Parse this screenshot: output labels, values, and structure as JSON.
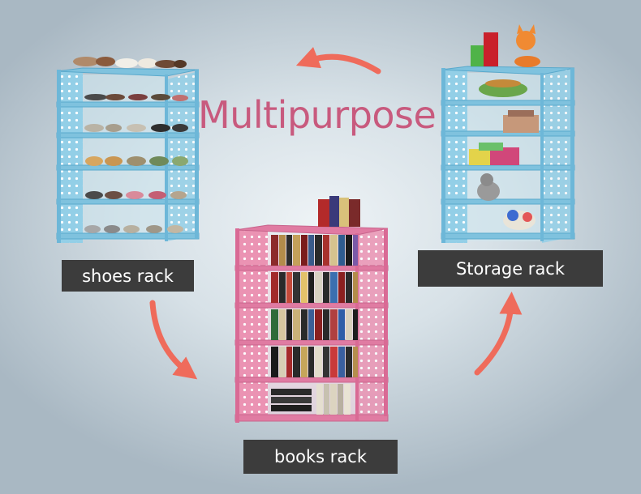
{
  "headline": "Multipurpose",
  "labels": {
    "shoes": "shoes rack",
    "storage": "Storage rack",
    "books": "books rack"
  },
  "colors": {
    "headline": "#c85a7e",
    "arrow": "#ef6b5b",
    "label_bg": "#3c3c3c",
    "label_text": "#ffffff",
    "blue_rack": "#8fcde6",
    "pink_rack": "#e98fb0"
  }
}
